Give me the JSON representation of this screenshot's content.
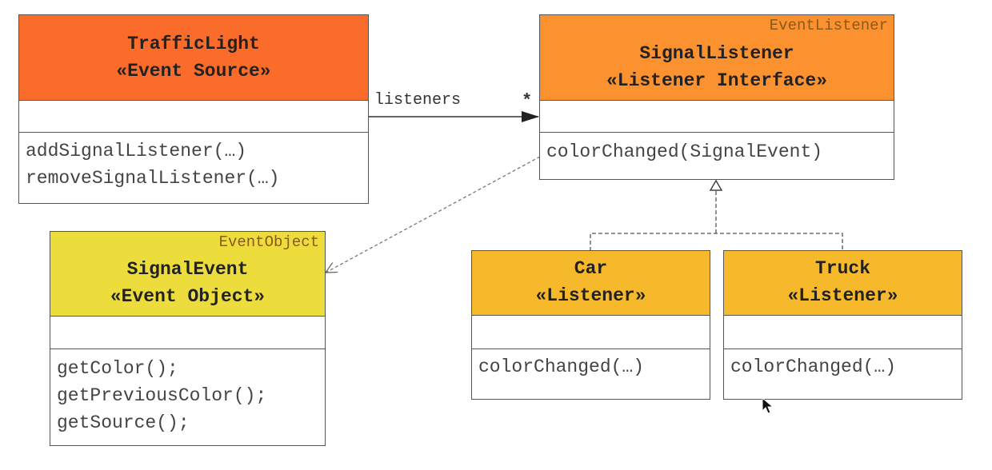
{
  "colors": {
    "traffic_light_header": "#fb6b2a",
    "signal_listener_header": "#fb912f",
    "signal_event_header": "#ecdd3c",
    "listener_header": "#f7b92c",
    "border": "#555555"
  },
  "classes": {
    "traffic_light": {
      "name": "TrafficLight",
      "stereotype": "«Event Source»",
      "operations": [
        "addSignalListener(…)",
        "removeSignalListener(…)"
      ]
    },
    "signal_listener": {
      "superclass": "EventListener",
      "name": "SignalListener",
      "stereotype": "«Listener Interface»",
      "operations": [
        "colorChanged(SignalEvent)"
      ]
    },
    "signal_event": {
      "superclass": "EventObject",
      "name": "SignalEvent",
      "stereotype": "«Event Object»",
      "operations": [
        "getColor();",
        "getPreviousColor();",
        "getSource();"
      ]
    },
    "car": {
      "name": "Car",
      "stereotype": "«Listener»",
      "operations": [
        "colorChanged(…)"
      ]
    },
    "truck": {
      "name": "Truck",
      "stereotype": "«Listener»",
      "operations": [
        "colorChanged(…)"
      ]
    }
  },
  "association": {
    "label": "listeners",
    "multiplicity": "*"
  },
  "icons": {
    "cursor": "mouse-pointer-icon"
  }
}
